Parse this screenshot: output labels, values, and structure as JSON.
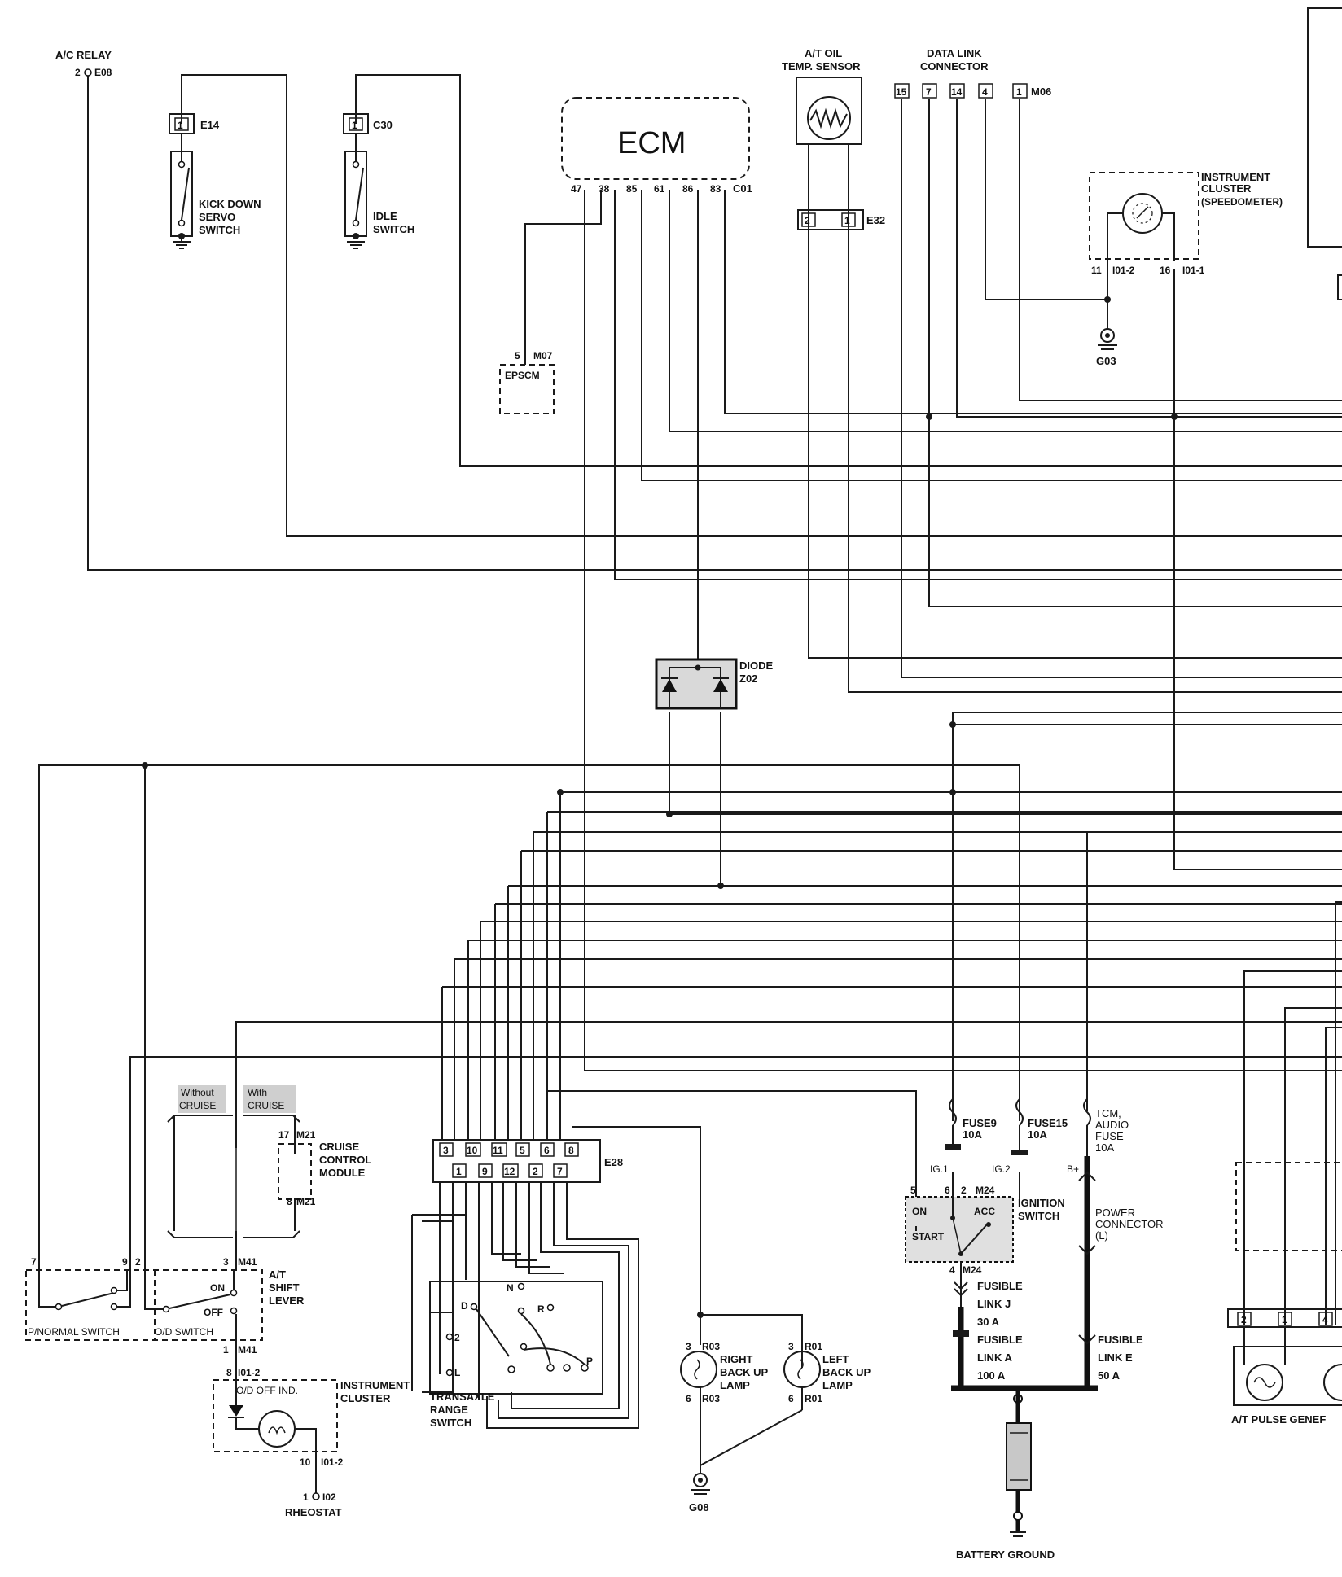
{
  "components": {
    "ac_relay": {
      "label": "A/C RELAY",
      "pin": "2",
      "connector": "E08"
    },
    "kick_down": {
      "label_lines": [
        "KICK DOWN",
        "SERVO",
        "SWITCH"
      ],
      "connector": "E14",
      "pin": "1"
    },
    "idle_switch": {
      "label_lines": [
        "IDLE",
        "SWITCH"
      ],
      "connector": "C30",
      "pin": "1"
    },
    "ecm": {
      "label": "ECM",
      "connector": "C01",
      "pins": [
        "47",
        "38",
        "85",
        "61",
        "86",
        "83"
      ]
    },
    "epscm": {
      "label": "EPSCM",
      "pin": "5",
      "connector": "M07"
    },
    "oil_temp": {
      "label_lines": [
        "A/T OIL",
        "TEMP. SENSOR"
      ],
      "connector": "E32",
      "pins": [
        "2",
        "1"
      ]
    },
    "data_link": {
      "label_lines": [
        "DATA LINK",
        "CONNECTOR"
      ],
      "connector": "M06",
      "pins": [
        "15",
        "7",
        "14",
        "4",
        "1"
      ]
    },
    "instrument_cluster_top": {
      "label_lines": [
        "INSTRUMENT",
        "CLUSTER",
        "(SPEEDOMETER)"
      ],
      "pin_left": "11",
      "conn_left": "I01-2",
      "pin_right": "16",
      "conn_right": "I01-1",
      "ground": "G03"
    },
    "diode": {
      "label": "DIODE",
      "connector": "Z02"
    },
    "cruise_options": {
      "without": [
        "Without",
        "CRUISE"
      ],
      "with": [
        "With",
        "CRUISE"
      ]
    },
    "cruise_module": {
      "label_lines": [
        "CRUISE",
        "CONTROL",
        "MODULE"
      ],
      "pin_top": "17",
      "conn_top": "M21",
      "pin_bottom": "8",
      "conn_bottom": "M21"
    },
    "shift_lever": {
      "label_lines": [
        "A/T",
        "SHIFT",
        "LEVER"
      ],
      "pin_top": "3",
      "conn_top": "M41",
      "pin_bottom": "1",
      "conn_bottom": "M41",
      "pin7": "7",
      "pin9": "9",
      "pin2": "2",
      "on": "ON",
      "off": "OFF",
      "pnormal": "P/NORMAL SWITCH",
      "od": "O/D SWITCH"
    },
    "od_cluster": {
      "pin_top": "8",
      "conn_top": "I01-2",
      "ind": "O/D OFF IND.",
      "label_lines": [
        "INSTRUMENT",
        "CLUSTER"
      ],
      "pin_bottom": "10",
      "conn_bottom": "I01-2"
    },
    "rheostat": {
      "label": "RHEOSTAT",
      "pin": "1",
      "connector": "I02"
    },
    "e28": {
      "connector": "E28",
      "top_pins": [
        "3",
        "10",
        "11",
        "5",
        "6",
        "8"
      ],
      "bottom_pins": [
        "1",
        "9",
        "12",
        "2",
        "7"
      ]
    },
    "range_switch": {
      "label_lines": [
        "TRANSAXLE",
        "RANGE",
        "SWITCH"
      ],
      "positions": [
        "D",
        "2",
        "L",
        "N",
        "R",
        "P"
      ]
    },
    "right_lamp": {
      "label_lines": [
        "RIGHT",
        "BACK UP",
        "LAMP"
      ],
      "pin_top": "3",
      "conn_top": "R03",
      "pin_bottom": "6",
      "conn_bottom": "R03"
    },
    "left_lamp": {
      "label_lines": [
        "LEFT",
        "BACK UP",
        "LAMP"
      ],
      "pin_top": "3",
      "conn_top": "R01",
      "pin_bottom": "6",
      "conn_bottom": "R01"
    },
    "ground_g08": "G08",
    "fuse9": {
      "label": "FUSE9",
      "rating": "10A",
      "tag": "IG.1"
    },
    "fuse15": {
      "label": "FUSE15",
      "rating": "10A",
      "tag": "IG.2"
    },
    "tcm_fuse": {
      "label_lines": [
        "TCM,",
        "AUDIO",
        "FUSE",
        "10A"
      ],
      "tag": "B+"
    },
    "ignition": {
      "label_lines": [
        "IGNITION",
        "SWITCH"
      ],
      "connector": "M24",
      "pins": [
        "5",
        "6",
        "2",
        "4"
      ],
      "positions": [
        "ON",
        "ACC",
        "START"
      ]
    },
    "power_connector": {
      "label_lines": [
        "POWER",
        "CONNECTOR",
        "(L)"
      ]
    },
    "fusible_j": {
      "label_lines": [
        "FUSIBLE",
        "LINK J",
        "30 A"
      ]
    },
    "fusible_a": {
      "label_lines": [
        "FUSIBLE",
        "LINK A",
        "100 A"
      ]
    },
    "fusible_e": {
      "label_lines": [
        "FUSIBLE",
        "LINK E",
        "50 A"
      ]
    },
    "battery": {
      "label": "BATTERY GROUND"
    },
    "pulse_gen": {
      "label": "A/T PULSE GENEF",
      "pins": [
        "2",
        "1",
        "4"
      ]
    }
  }
}
